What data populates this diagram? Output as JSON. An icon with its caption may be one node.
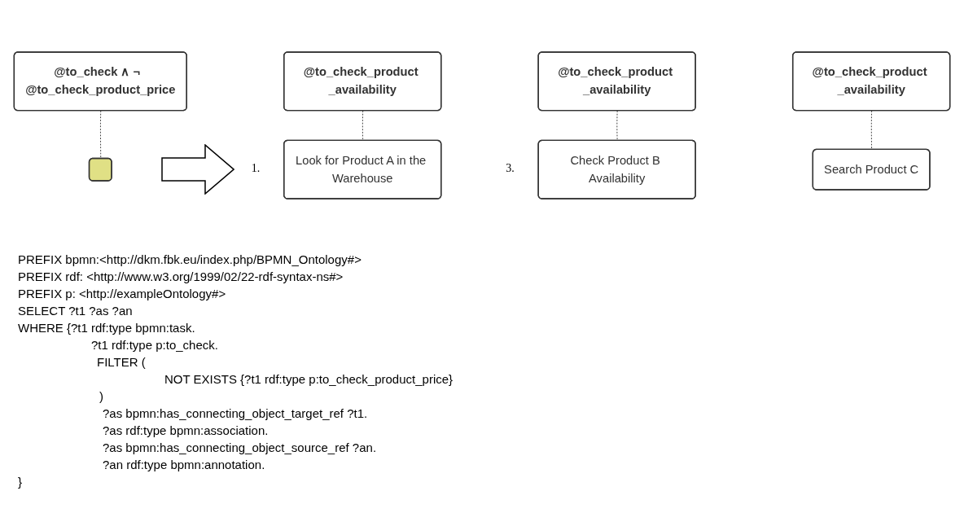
{
  "diagram": {
    "nodes": [
      {
        "text": [
          "@to_check ∧ ¬  @to_check_product_price"
        ]
      },
      {
        "text": [],
        "shape": "box"
      },
      {
        "text": [
          "@to_check_product _availability"
        ]
      },
      {
        "text": [
          "Look for Product A in the Warehouse"
        ]
      },
      {
        "text": [
          "@to_check_product _availability"
        ]
      },
      {
        "text": [
          "Check Product B Availability"
        ]
      },
      {
        "text": [
          "@to_check_product _availability"
        ]
      },
      {
        "text": [
          "Search Product C"
        ]
      }
    ],
    "edges": [
      {
        "from": 0,
        "to": 1,
        "arrow": "none",
        "style": "dashed"
      },
      {
        "from": 2,
        "to": 3,
        "arrow": "none",
        "style": "dashed"
      },
      {
        "from": 4,
        "to": 5,
        "arrow": "none",
        "style": "dashed"
      },
      {
        "from": 6,
        "to": 7,
        "arrow": "none",
        "style": "dashed"
      }
    ],
    "labels": [
      "1.",
      "3.",
      "PREFIX bpmn:<http://dkm.fbk.eu/index.php/BPMN_Ontology#>",
      "PREFIX rdf: <http://www.w3.org/1999/02/22-rdf-syntax-ns#>",
      "PREFIX p: <http://exampleOntology#>",
      "SELECT ?t1 ?as ?an",
      "WHERE {?t1 rdf:type bpmn:task.",
      "?t1 rdf:type p:to_check.",
      "FILTER (",
      "NOT EXISTS {?t1 rdf:type p:to_check_product_price}",
      ")",
      "?as bpmn:has_connecting_object_target_ref ?t1.",
      "?as rdf:type bpmn:association.",
      "?as bpmn:has_connecting_object_source_ref ?an.",
      "?an rdf:type bpmn:annotation.",
      "}"
    ]
  }
}
